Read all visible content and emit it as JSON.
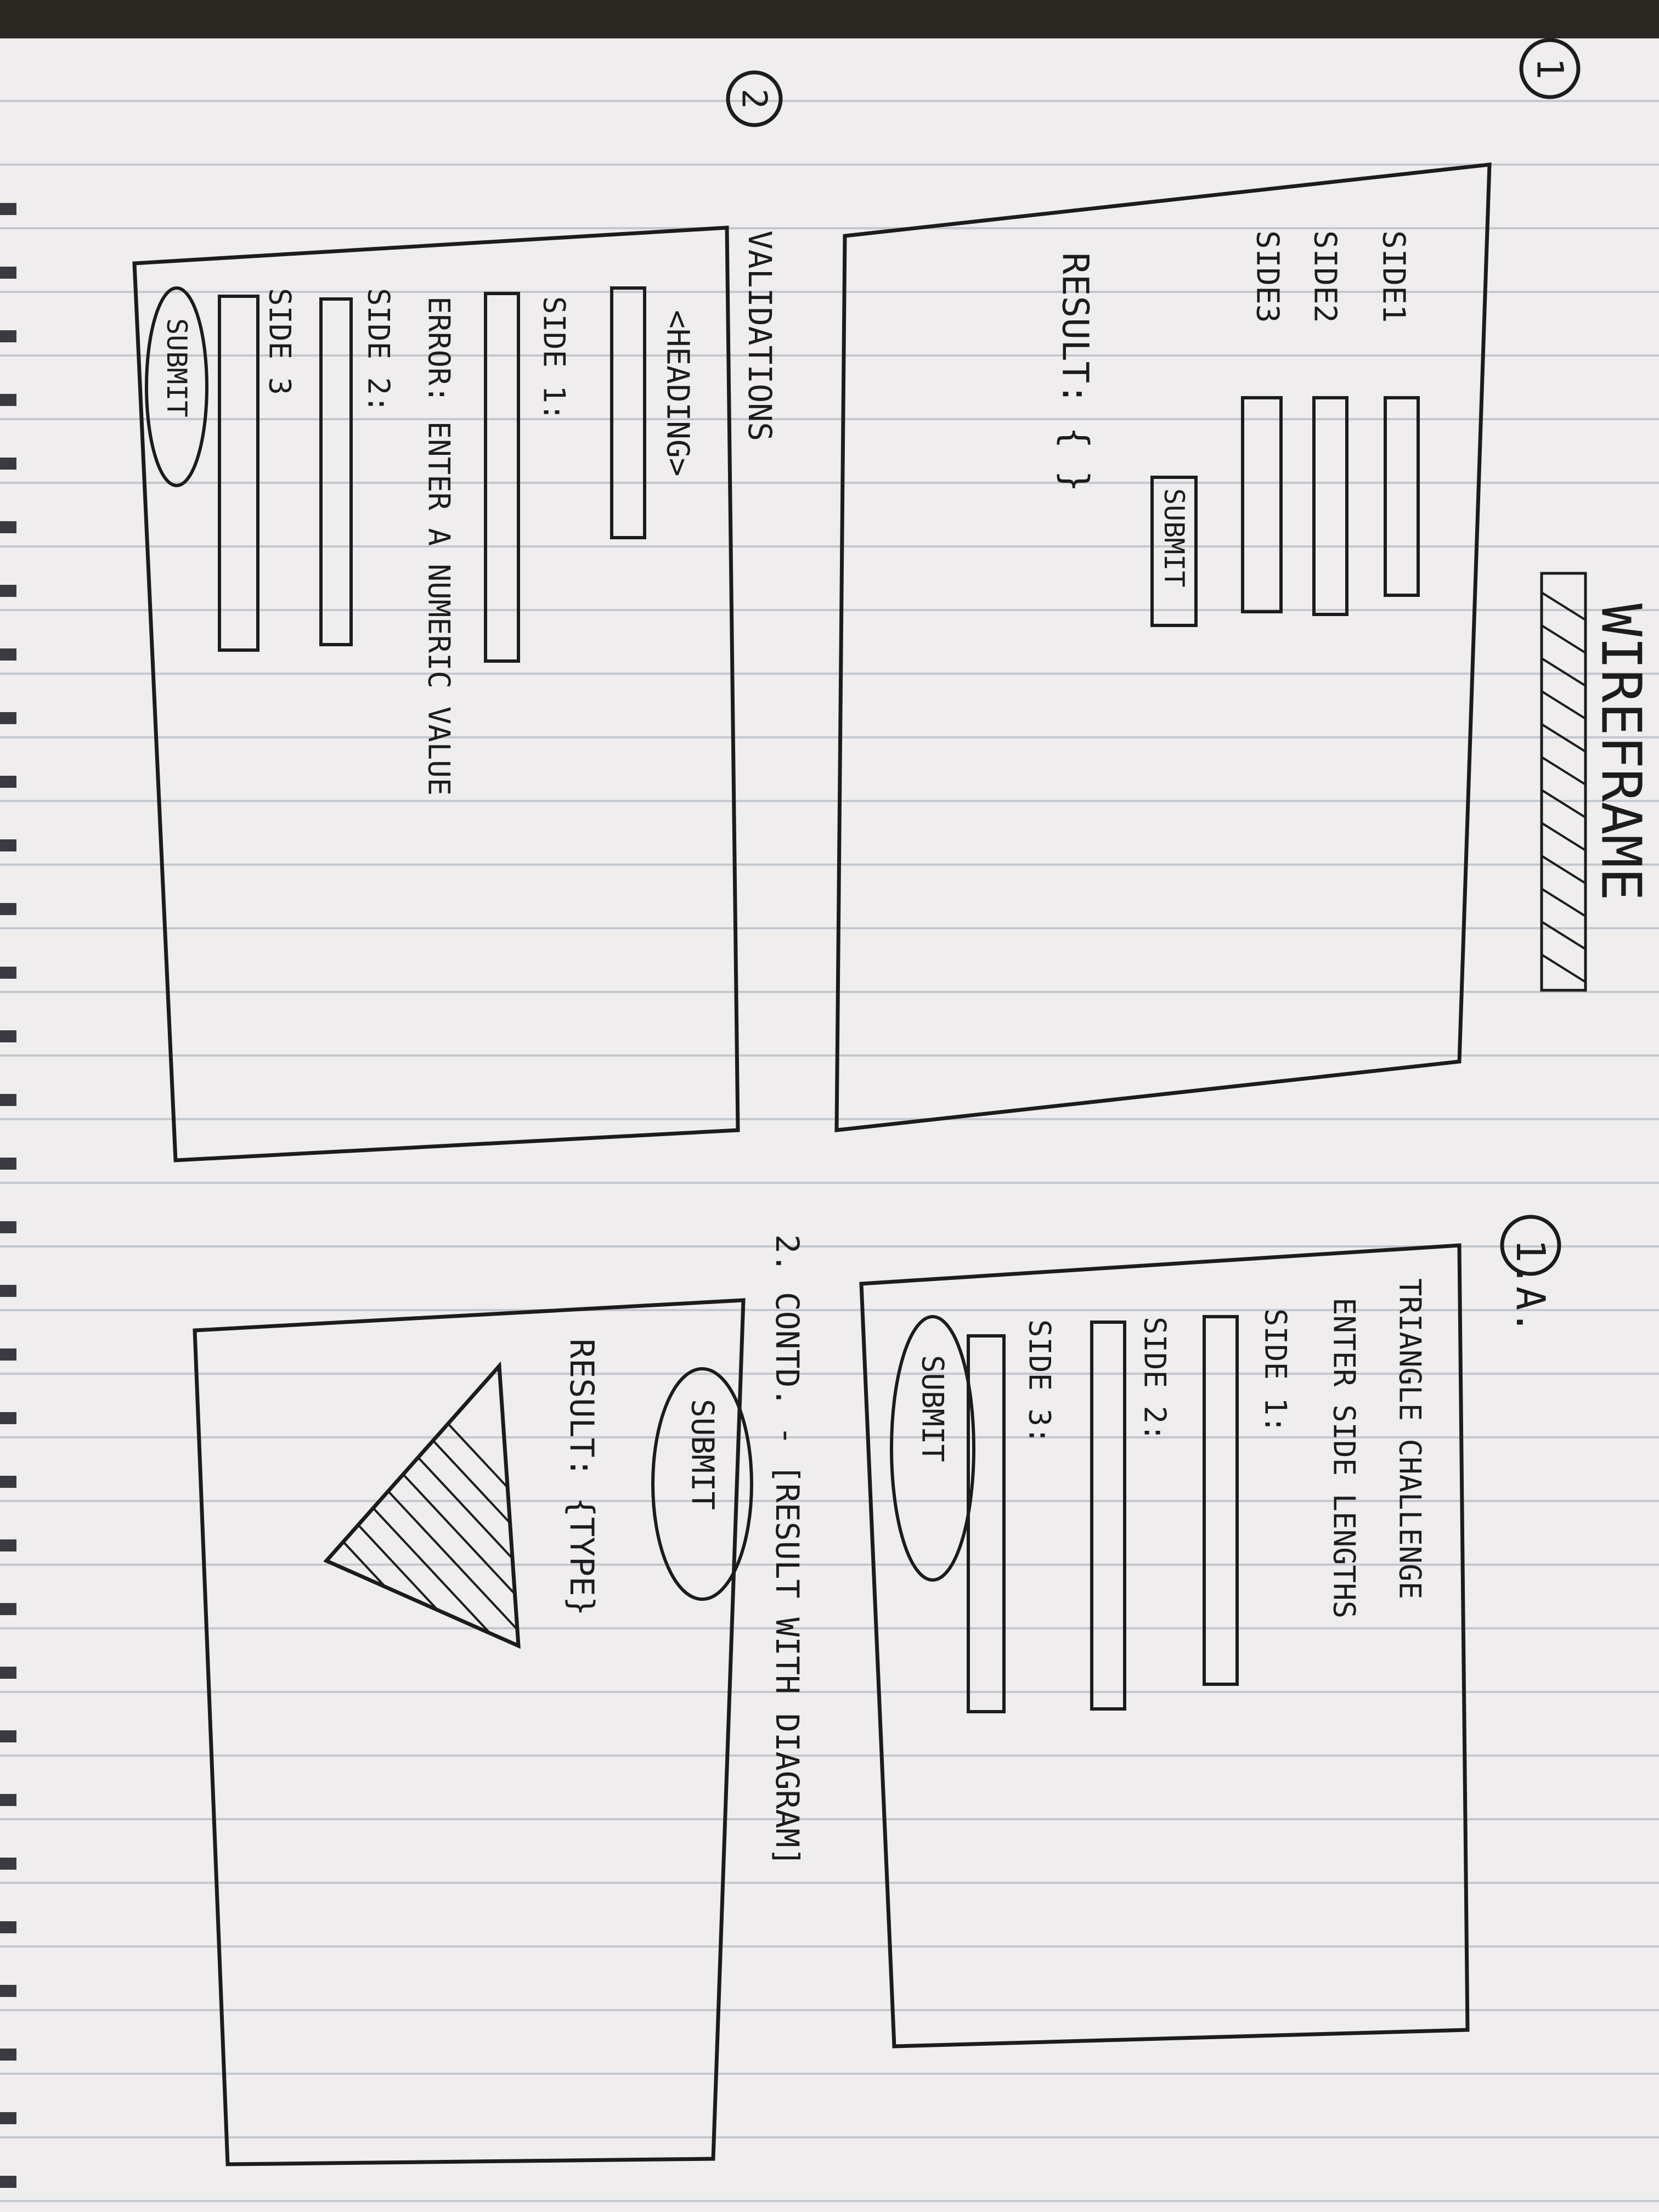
{
  "sheet": {
    "title": "WIREFRAME",
    "page_marks": [
      "1",
      "2",
      "1.A."
    ]
  },
  "wireframe_1": {
    "fields": [
      "SIDE1",
      "SIDE2",
      "SIDE3"
    ],
    "submit_label": "SUBMIT",
    "result_text": "RESULT: {  }"
  },
  "wireframe_2": {
    "label": "VALIDATIONS",
    "heading": "<HEADING>",
    "side1": "SIDE 1:",
    "error": "ERROR: ENTER A NUMERIC VALUE",
    "side2": "SIDE 2:",
    "side3": "SIDE 3",
    "submit_label": "SUBMIT"
  },
  "wireframe_1a": {
    "title": "TRIANGLE CHALLENGE",
    "subtitle": "ENTER SIDE LENGTHS",
    "side1": "SIDE 1:",
    "side2": "SIDE 2:",
    "side3": "SIDE 3:",
    "submit_label": "SUBMIT"
  },
  "wireframe_2_contd": {
    "label": "2. CONTD. - [RESULT WITH DIAGRAM]",
    "submit_label": "SUBMIT",
    "result_text": "RESULT: {TYPE}"
  }
}
